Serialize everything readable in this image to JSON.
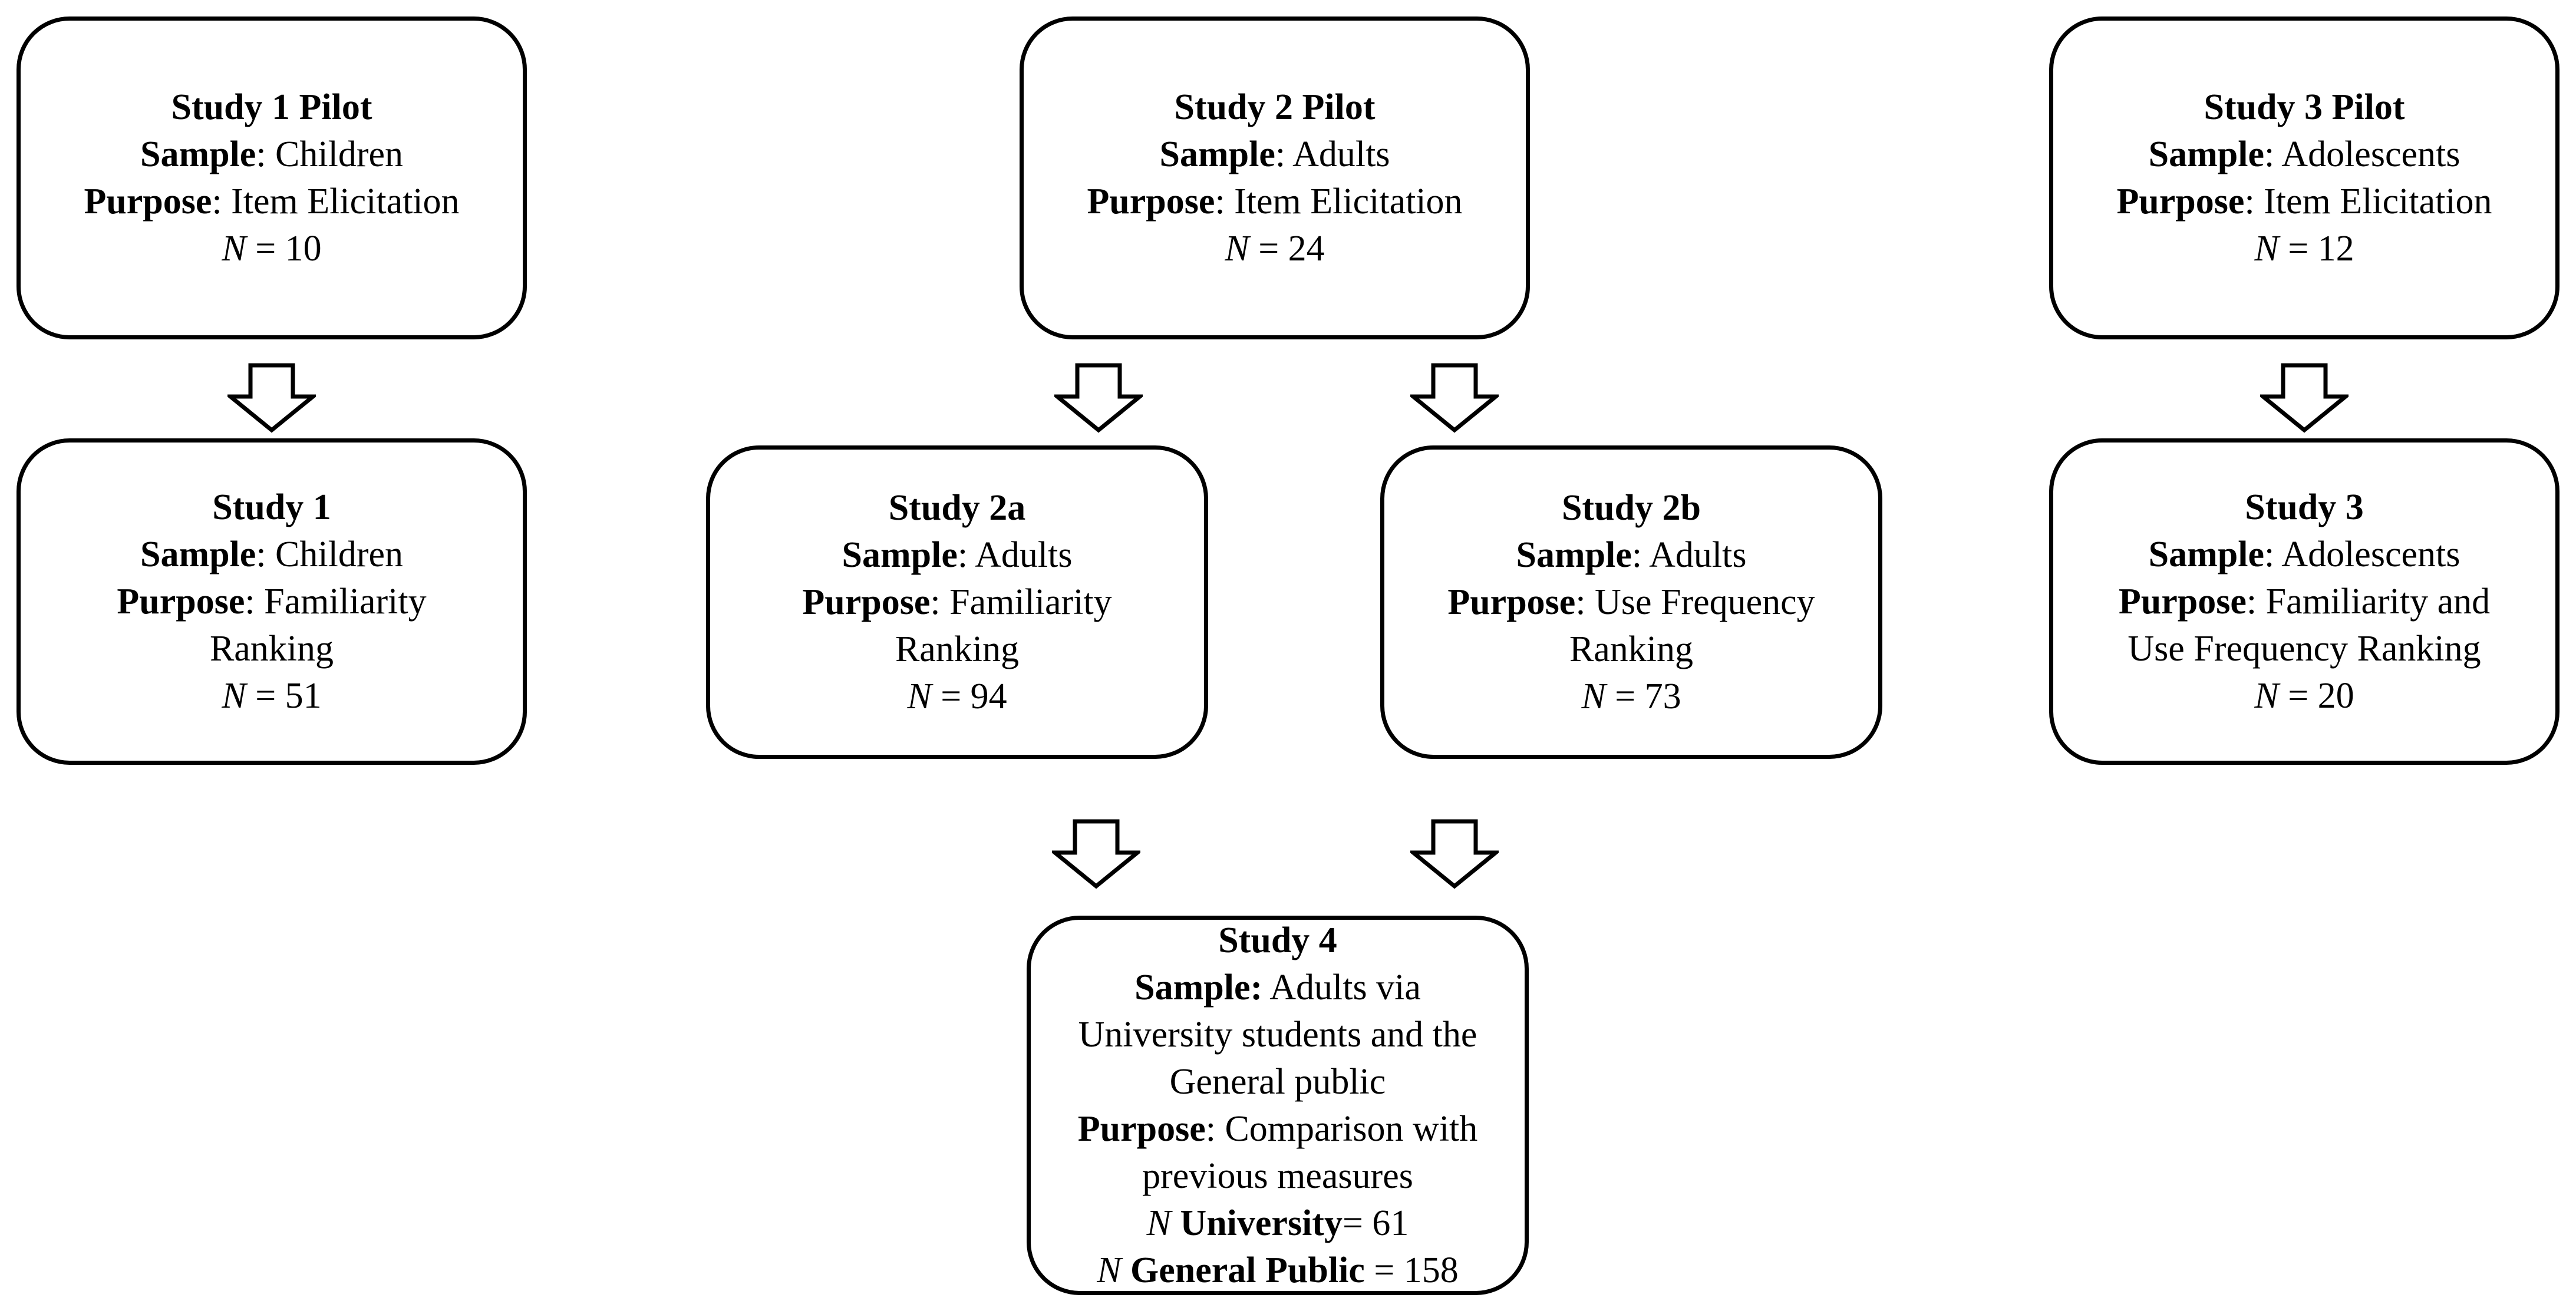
{
  "figure": {
    "title": "Study flow diagram",
    "colors": {
      "background": "#ffffff",
      "stroke": "#000000",
      "text": "#000000"
    }
  },
  "boxes": [
    {
      "id": "study-1-pilot",
      "lines": [
        [
          {
            "t": "Study 1 Pilot",
            "b": 1
          }
        ],
        [
          {
            "t": "Sample",
            "b": 1
          },
          {
            "t": ": Children"
          }
        ],
        [
          {
            "t": "Purpose",
            "b": 1
          },
          {
            "t": ": Item Elicitation"
          }
        ],
        [
          {
            "t": "N",
            "i": 1
          },
          {
            "t": " = 10"
          }
        ]
      ]
    },
    {
      "id": "study-2-pilot",
      "lines": [
        [
          {
            "t": "Study 2 Pilot",
            "b": 1
          }
        ],
        [
          {
            "t": "Sample",
            "b": 1
          },
          {
            "t": ": Adults"
          }
        ],
        [
          {
            "t": "Purpose",
            "b": 1
          },
          {
            "t": ": Item Elicitation"
          }
        ],
        [
          {
            "t": "N",
            "i": 1
          },
          {
            "t": " = 24"
          }
        ]
      ]
    },
    {
      "id": "study-3-pilot",
      "lines": [
        [
          {
            "t": "Study 3 Pilot",
            "b": 1
          }
        ],
        [
          {
            "t": "Sample",
            "b": 1
          },
          {
            "t": ": Adolescents"
          }
        ],
        [
          {
            "t": "Purpose",
            "b": 1
          },
          {
            "t": ": Item Elicitation"
          }
        ],
        [
          {
            "t": "N",
            "i": 1
          },
          {
            "t": " = 12"
          }
        ]
      ]
    },
    {
      "id": "study-1",
      "lines": [
        [
          {
            "t": "Study 1",
            "b": 1
          }
        ],
        [
          {
            "t": "Sample",
            "b": 1
          },
          {
            "t": ": Children"
          }
        ],
        [
          {
            "t": "Purpose",
            "b": 1
          },
          {
            "t": ": Familiarity"
          }
        ],
        [
          {
            "t": "Ranking"
          }
        ],
        [
          {
            "t": "N",
            "i": 1
          },
          {
            "t": " = 51"
          }
        ]
      ]
    },
    {
      "id": "study-2a",
      "lines": [
        [
          {
            "t": "Study 2a",
            "b": 1
          }
        ],
        [
          {
            "t": "Sample",
            "b": 1
          },
          {
            "t": ": Adults"
          }
        ],
        [
          {
            "t": "Purpose",
            "b": 1
          },
          {
            "t": ": Familiarity"
          }
        ],
        [
          {
            "t": "Ranking"
          }
        ],
        [
          {
            "t": "N",
            "i": 1
          },
          {
            "t": " = 94"
          }
        ]
      ]
    },
    {
      "id": "study-2b",
      "lines": [
        [
          {
            "t": "Study 2b",
            "b": 1
          }
        ],
        [
          {
            "t": "Sample",
            "b": 1
          },
          {
            "t": ": Adults"
          }
        ],
        [
          {
            "t": "Purpose",
            "b": 1
          },
          {
            "t": ": Use Frequency"
          }
        ],
        [
          {
            "t": "Ranking"
          }
        ],
        [
          {
            "t": "N",
            "i": 1
          },
          {
            "t": " = 73"
          }
        ]
      ]
    },
    {
      "id": "study-3",
      "lines": [
        [
          {
            "t": "Study 3",
            "b": 1
          }
        ],
        [
          {
            "t": "Sample",
            "b": 1
          },
          {
            "t": ": Adolescents"
          }
        ],
        [
          {
            "t": "Purpose",
            "b": 1
          },
          {
            "t": ": Familiarity and"
          }
        ],
        [
          {
            "t": "Use Frequency Ranking"
          }
        ],
        [
          {
            "t": "N",
            "i": 1
          },
          {
            "t": " = 20"
          }
        ]
      ]
    },
    {
      "id": "study-4",
      "lines": [
        [
          {
            "t": "Study 4",
            "b": 1
          }
        ],
        [
          {
            "t": "Sample:",
            "b": 1
          },
          {
            "t": " Adults via"
          }
        ],
        [
          {
            "t": "University students and the"
          }
        ],
        [
          {
            "t": "General public"
          }
        ],
        [
          {
            "t": "Purpose",
            "b": 1
          },
          {
            "t": ": Comparison with"
          }
        ],
        [
          {
            "t": "previous measures"
          }
        ],
        [
          {
            "t": "N",
            "i": 1
          },
          {
            "t": " "
          },
          {
            "t": "University",
            "b": 1
          },
          {
            "t": "= 61"
          }
        ],
        [
          {
            "t": "N",
            "i": 1
          },
          {
            "t": " "
          },
          {
            "t": "General Public",
            "b": 1
          },
          {
            "t": " = 158"
          }
        ]
      ]
    }
  ],
  "arrows": [
    {
      "id": "study-1-pilot-to-study-1",
      "direction": "down"
    },
    {
      "id": "study-2-pilot-to-study-2a",
      "direction": "down"
    },
    {
      "id": "study-2-pilot-to-study-2b",
      "direction": "down"
    },
    {
      "id": "study-3-pilot-to-study-3",
      "direction": "down"
    },
    {
      "id": "study-2a-to-study-4",
      "direction": "down"
    },
    {
      "id": "study-2b-to-study-4",
      "direction": "down"
    }
  ]
}
